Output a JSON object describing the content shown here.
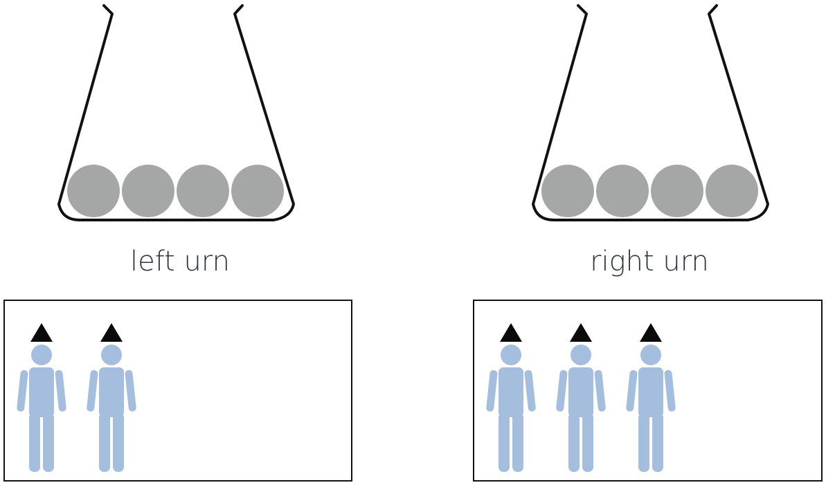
{
  "urns": [
    {
      "id": "left",
      "label": "left urn",
      "ball_count": 4,
      "ball_color": "#a5a7a6"
    },
    {
      "id": "right",
      "label": "right urn",
      "ball_count": 4,
      "ball_color": "#a5a7a6"
    }
  ],
  "groups": [
    {
      "id": "left",
      "person_count": 2,
      "person_color": "#a5bedd",
      "hat": "triangle"
    },
    {
      "id": "right",
      "person_count": 3,
      "person_color": "#a5bedd",
      "hat": "triangle"
    }
  ]
}
